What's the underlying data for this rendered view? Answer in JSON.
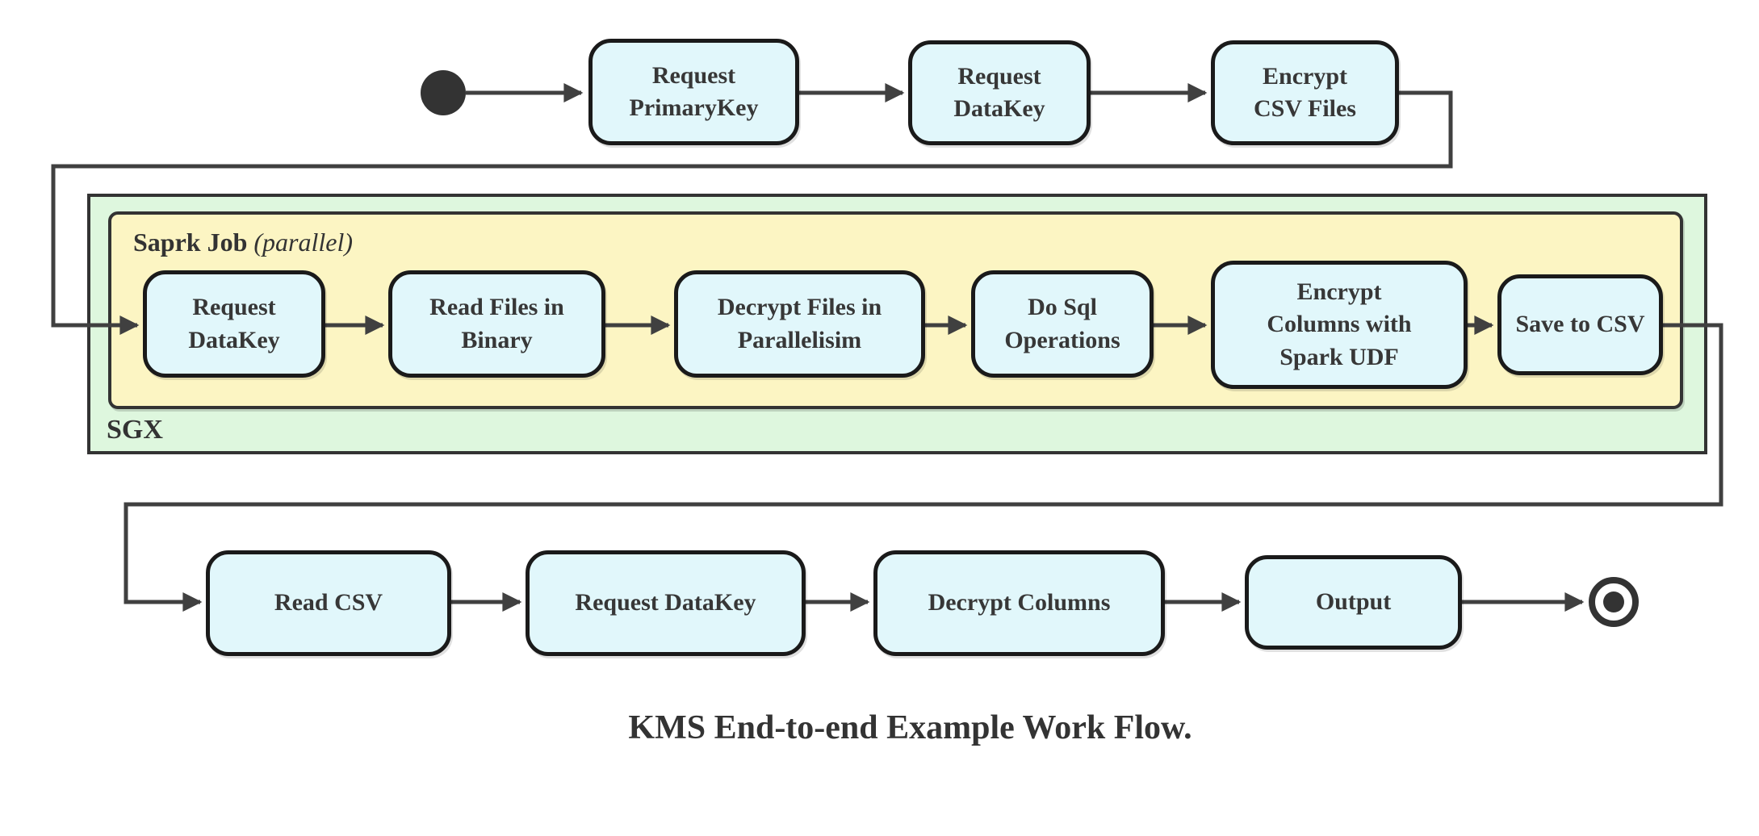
{
  "diagram": {
    "caption": "KMS End-to-end Example Work Flow.",
    "colors": {
      "node_fill": "#e1f7fb",
      "node_border": "#1a1a1a",
      "sgx_fill": "#def7de",
      "spark_fill": "#fcf5c3",
      "connector": "#404040",
      "text": "#373737"
    },
    "start_node": "start",
    "end_node": "end",
    "top_row": {
      "nodes": [
        {
          "label": "Request\nPrimaryKey"
        },
        {
          "label": "Request\nDataKey"
        },
        {
          "label": "Encrypt\nCSV Files"
        }
      ]
    },
    "sgx_group": {
      "label": "SGX",
      "spark_group": {
        "title_bold": "Saprk Job",
        "title_italic": "(parallel)",
        "nodes": [
          {
            "label": "Request\nDataKey"
          },
          {
            "label": "Read Files in\nBinary"
          },
          {
            "label": "Decrypt Files in\nParallelisim"
          },
          {
            "label": "Do Sql\nOperations"
          },
          {
            "label": "Encrypt\nColumns with\nSpark UDF"
          },
          {
            "label": "Save to CSV"
          }
        ]
      }
    },
    "bottom_row": {
      "nodes": [
        {
          "label": "Read CSV"
        },
        {
          "label": "Request DataKey"
        },
        {
          "label": "Decrypt Columns"
        },
        {
          "label": "Output"
        }
      ]
    }
  }
}
